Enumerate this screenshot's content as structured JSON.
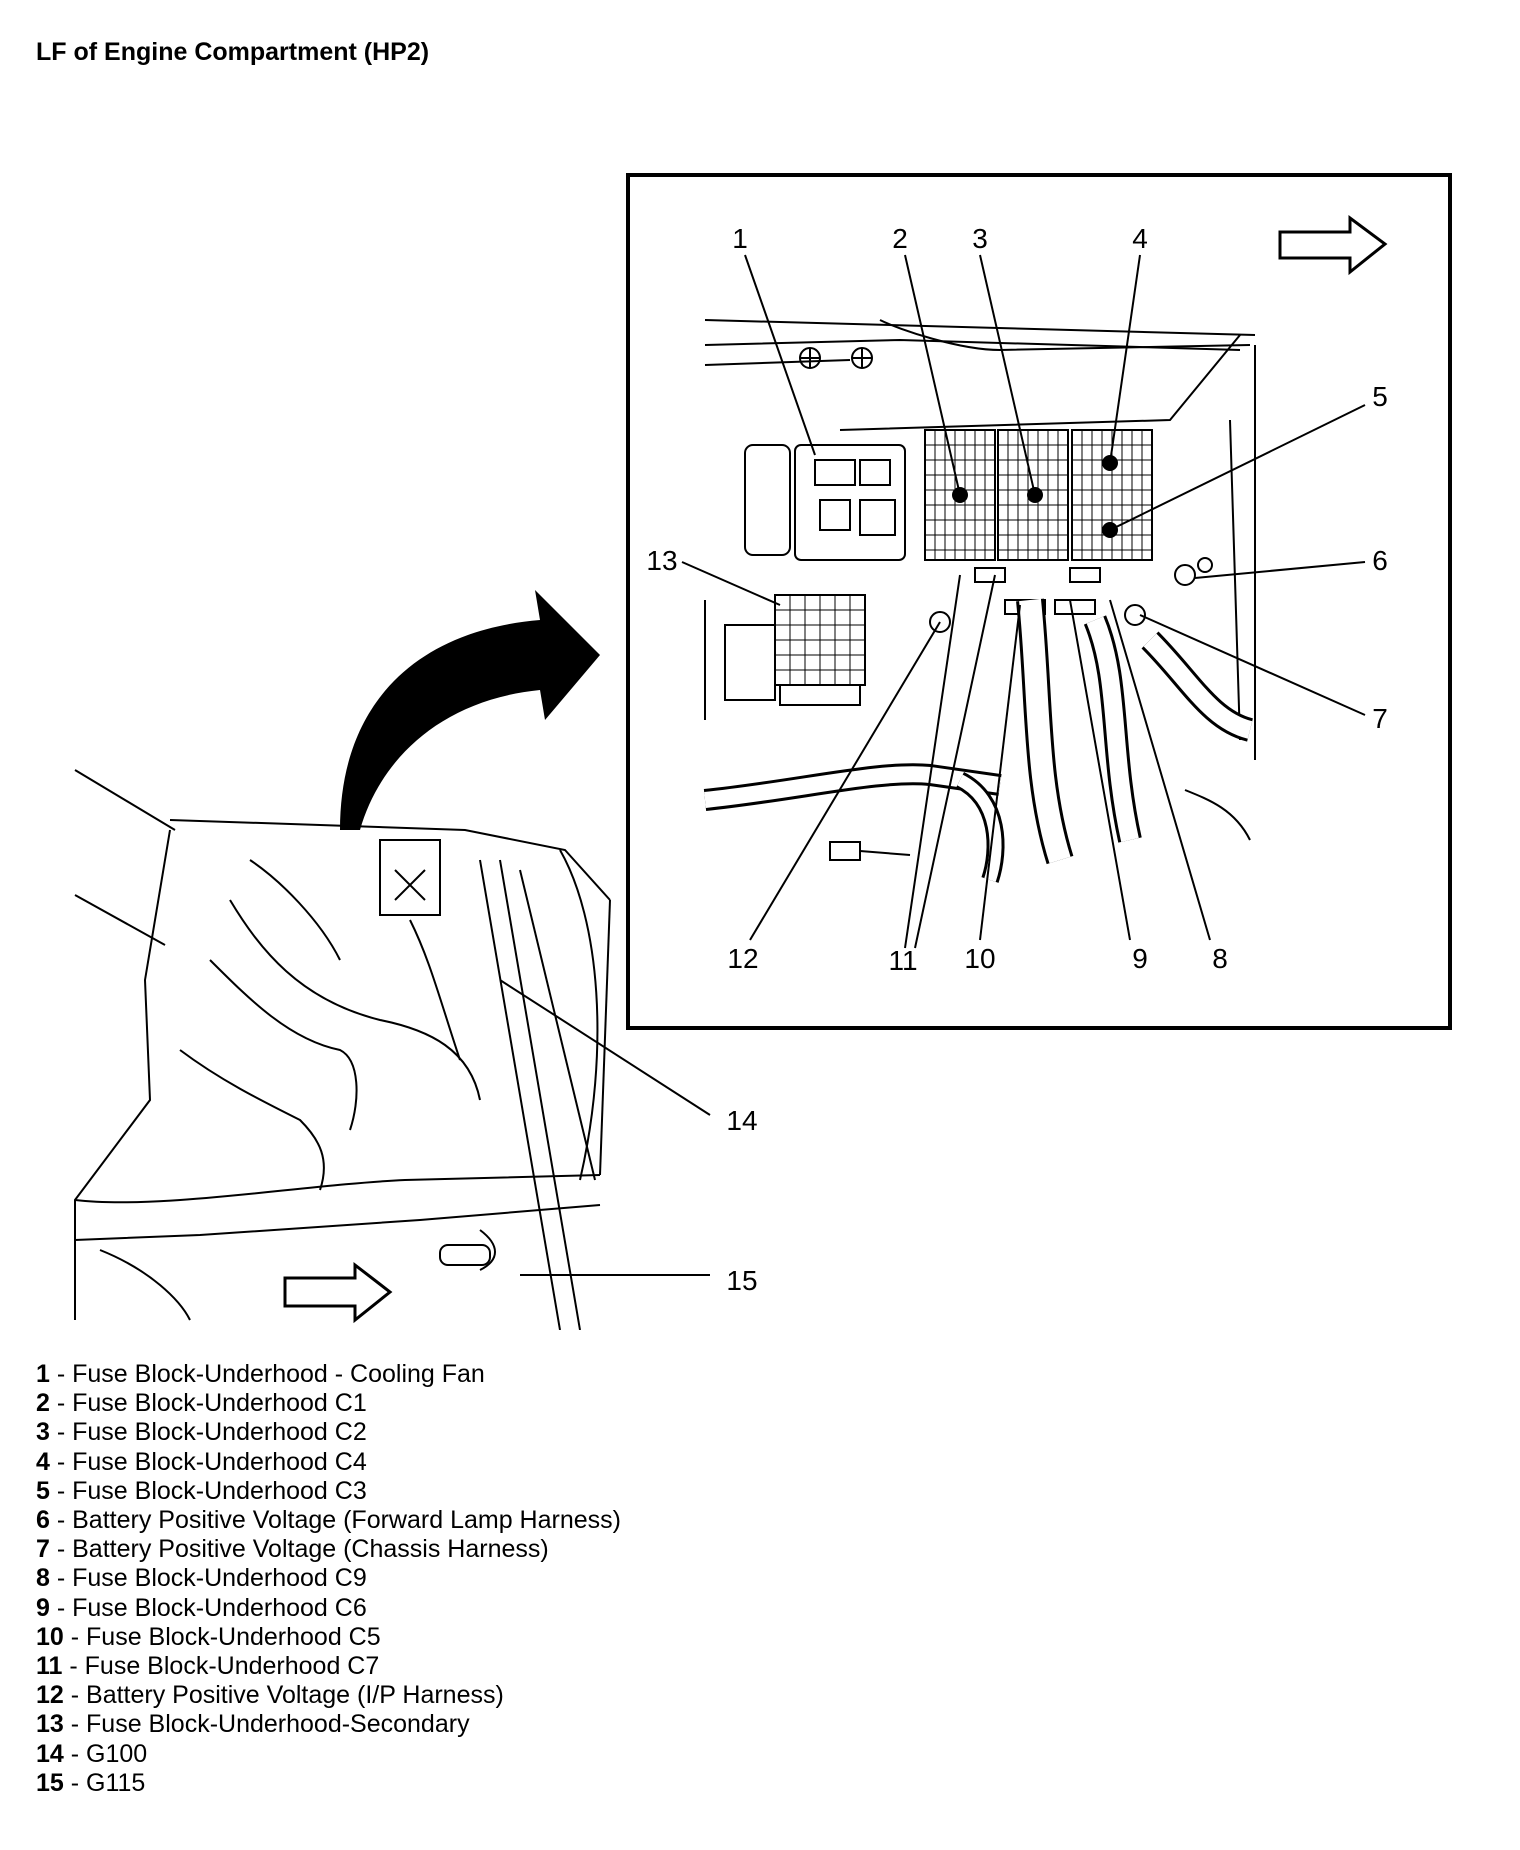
{
  "title": "LF of Engine Compartment (HP2)",
  "callouts": [
    "1",
    "2",
    "3",
    "4",
    "5",
    "6",
    "7",
    "8",
    "9",
    "10",
    "11",
    "12",
    "13",
    "14",
    "15"
  ],
  "legend": [
    {
      "num": "1",
      "sep": " - ",
      "text": "Fuse Block-Underhood - Cooling Fan"
    },
    {
      "num": "2",
      "sep": " - ",
      "text": "Fuse Block-Underhood C1"
    },
    {
      "num": "3",
      "sep": " - ",
      "text": "Fuse Block-Underhood C2"
    },
    {
      "num": "4",
      "sep": " - ",
      "text": "Fuse Block-Underhood C4"
    },
    {
      "num": "5",
      "sep": " - ",
      "text": "Fuse Block-Underhood C3"
    },
    {
      "num": "6",
      "sep": " - ",
      "text": "Battery Positive Voltage (Forward Lamp Harness)"
    },
    {
      "num": "7",
      "sep": " - ",
      "text": "Battery Positive Voltage (Chassis Harness)"
    },
    {
      "num": "8",
      "sep": " - ",
      "text": "Fuse Block-Underhood C9"
    },
    {
      "num": "9",
      "sep": " - ",
      "text": "Fuse Block-Underhood C6"
    },
    {
      "num": "10",
      "sep": " - ",
      "text": "Fuse Block-Underhood C5"
    },
    {
      "num": "11",
      "sep": " - ",
      "text": "Fuse Block-Underhood C7"
    },
    {
      "num": "12",
      "sep": " - ",
      "text": "Battery Positive Voltage (I/P Harness)"
    },
    {
      "num": "13",
      "sep": " - ",
      "text": "Fuse Block-Underhood-Secondary"
    },
    {
      "num": "14",
      "sep": " - ",
      "text": "G100"
    },
    {
      "num": "15",
      "sep": " - ",
      "text": "G115"
    }
  ]
}
